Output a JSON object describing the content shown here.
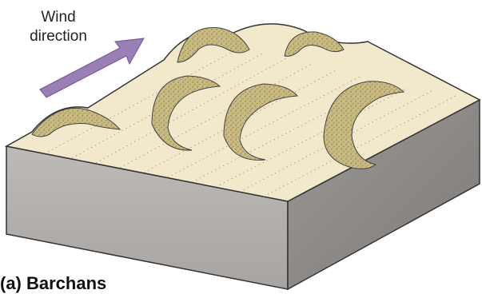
{
  "wind_label": {
    "line1": "Wind",
    "line2": "direction"
  },
  "caption": "(a) Barchans",
  "colors": {
    "sand": "#f2e8cc",
    "dune_shadow": "#c9bb82",
    "block_front": "#b3b0ae",
    "block_side": "#8f8b88",
    "arrow": "#9a7fb6"
  },
  "icons": [
    "wind-arrow-icon"
  ]
}
